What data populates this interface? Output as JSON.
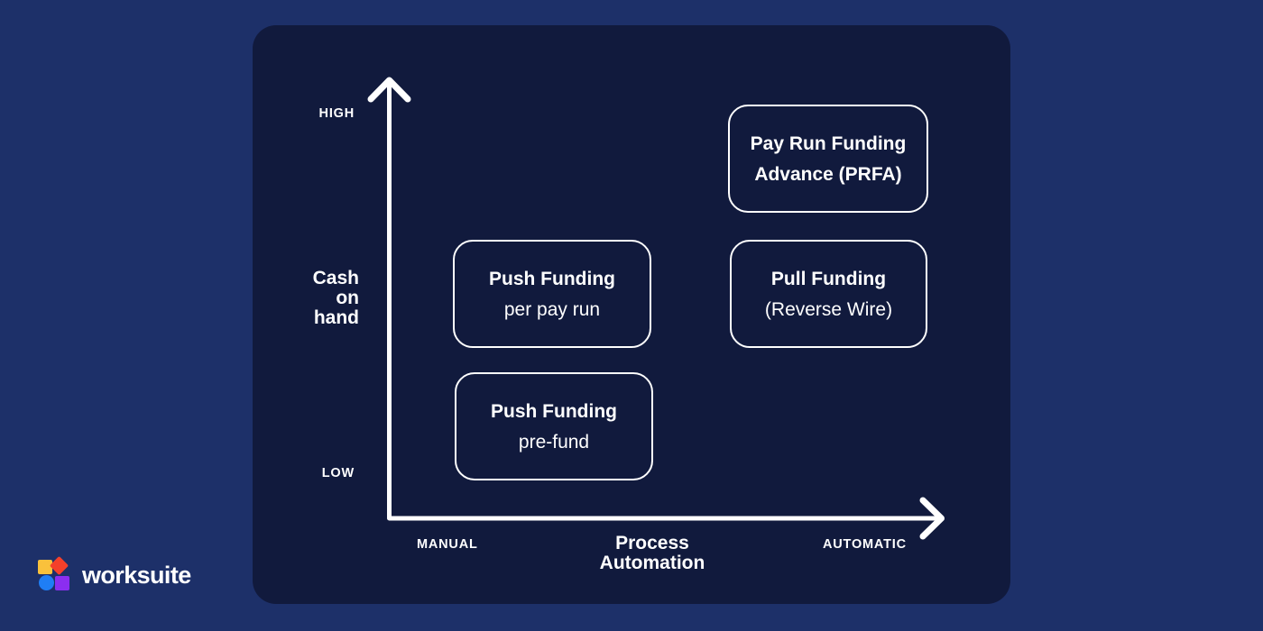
{
  "brand": {
    "name": "worksuite",
    "mark_colors": {
      "square_top_left": "#f9c13c",
      "diamond_top_right": "#f4402a",
      "circle_bottom_left": "#1f7ef5",
      "square_bottom_right": "#8b2ef0"
    }
  },
  "colors": {
    "canvas_background": "#1d3069",
    "panel_background": "#111a3d",
    "foreground": "#ffffff"
  },
  "chart_data": {
    "type": "scatter",
    "title": "",
    "xlabel": "Process Automation",
    "ylabel": "Cash on hand",
    "x_ticks": [
      "MANUAL",
      "AUTOMATIC"
    ],
    "y_ticks": [
      "HIGH",
      "LOW"
    ],
    "grid": false,
    "legend": "none",
    "items": [
      {
        "title": "Pay Run Funding",
        "title2": "Advance (PRFA)",
        "sub": "",
        "x": "automatic",
        "y": "high"
      },
      {
        "title": "Push Funding",
        "sub": "per pay run",
        "x": "manual",
        "y": "medium"
      },
      {
        "title": "Pull Funding",
        "sub": "(Reverse Wire)",
        "x": "automatic",
        "y": "medium"
      },
      {
        "title": "Push Funding",
        "sub": "pre-fund",
        "x": "manual",
        "y": "low"
      }
    ]
  },
  "axes": {
    "y_top_label": "HIGH",
    "y_bottom_label": "LOW",
    "y_axis_title": "Cash\non hand",
    "y_axis_title_lines": [
      "Cash",
      "on",
      "hand"
    ],
    "x_left_label": "MANUAL",
    "x_right_label": "AUTOMATIC",
    "x_axis_title_lines": [
      "Process",
      "Automation"
    ]
  }
}
